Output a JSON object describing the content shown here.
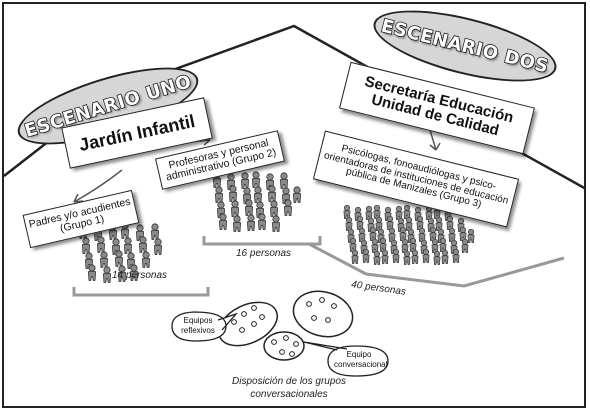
{
  "scenario_one": {
    "title": "ESCENARIO UNO",
    "institution": "Jardín Infantil",
    "group1": "Padres y/o acudientes (Grupo 1)",
    "group1_count": "14 personas",
    "group2": "Profesoras y personal administrativo (Grupo 2)",
    "group2_count": "16 personas"
  },
  "scenario_two": {
    "title": "ESCENARIO DOS",
    "institution_line1": "Secretaría Educación",
    "institution_line2": "Unidad de Calidad",
    "group3": "Psicólogas, fonoaudiólogas y psico-orientadoras de instituciones de educación pública de Manizales (Grupo 3)",
    "group3_count": "40 personas"
  },
  "legend": {
    "reflexive_label": "Equipos reflexivos",
    "conversational_label": "Equipo conversacional",
    "caption_line1": "Disposición de los grupos",
    "caption_line2": "conversacionales"
  },
  "colors": {
    "ink": "#222222",
    "person_fill": "#8a8a8a",
    "pill_fill": "#d6d6d6"
  }
}
